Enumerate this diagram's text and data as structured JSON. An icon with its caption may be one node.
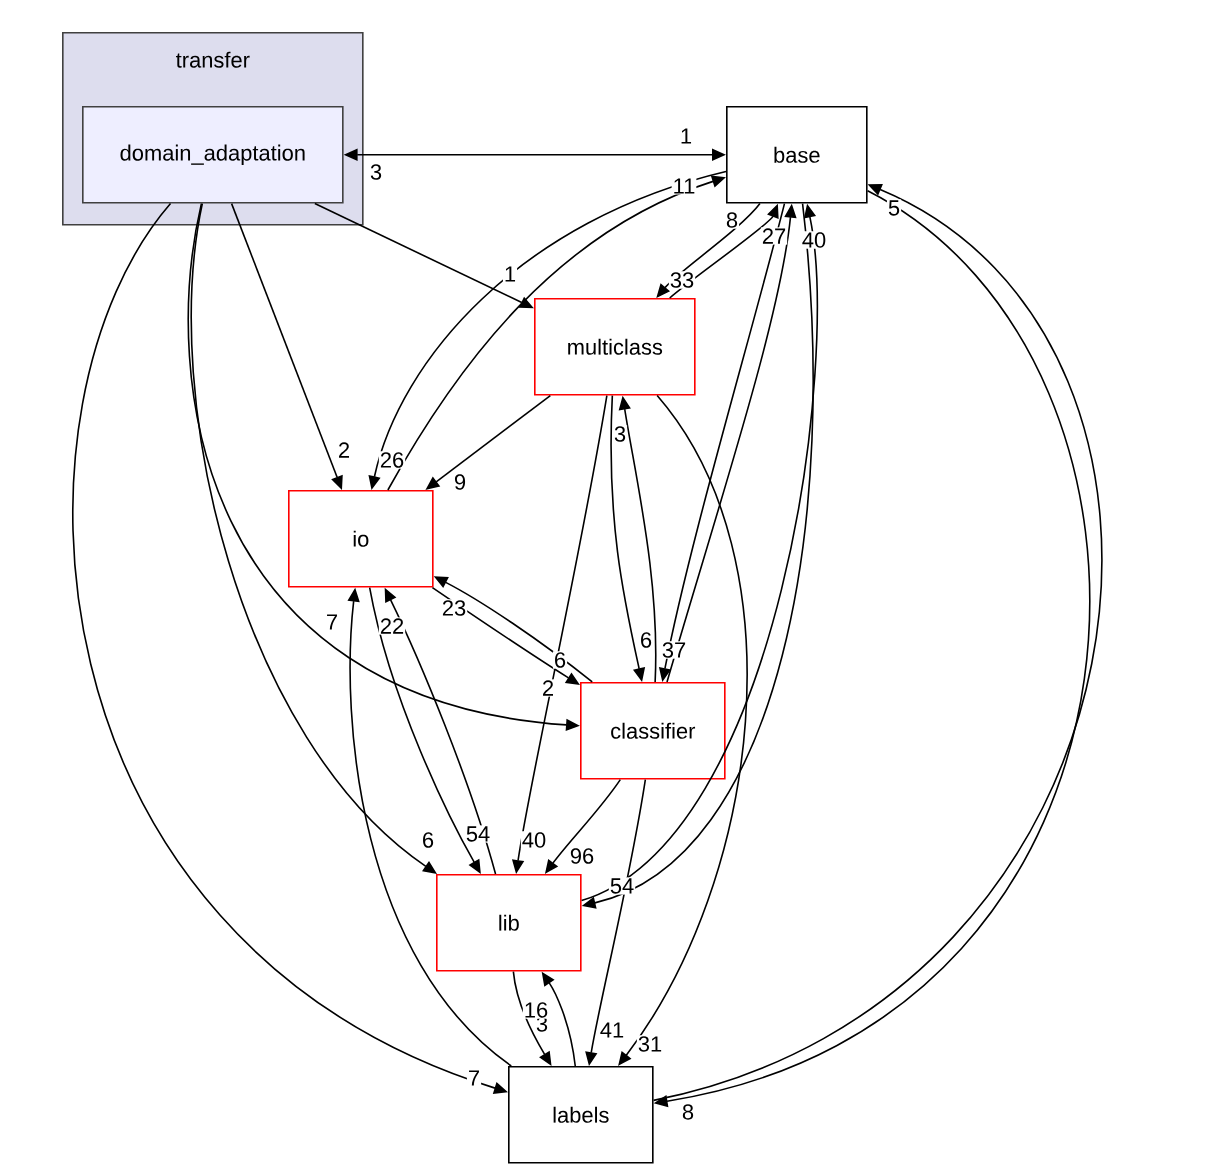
{
  "diagram": {
    "nodes": [
      {
        "text": [
          "transfer"
        ]
      },
      {
        "text": [
          "domain_adaptation"
        ],
        "in": 0
      },
      {
        "text": [
          "base"
        ]
      },
      {
        "text": [
          "multiclass"
        ]
      },
      {
        "text": [
          "io"
        ]
      },
      {
        "text": [
          "classifier"
        ]
      },
      {
        "text": [
          "lib"
        ]
      },
      {
        "text": [
          "labels"
        ]
      }
    ],
    "edges": [
      {
        "from": 1,
        "to": 2,
        "arrow": "both",
        "label": "1"
      },
      {
        "from": 1,
        "to": 3,
        "arrow": "to",
        "label": "1"
      },
      {
        "from": 1,
        "to": 4,
        "arrow": "to",
        "label": "2"
      },
      {
        "from": 1,
        "to": 5,
        "arrow": "to",
        "label": "2"
      },
      {
        "from": 1,
        "to": 6,
        "arrow": "to",
        "label": "6"
      },
      {
        "from": 1,
        "to": 7,
        "arrow": "to",
        "label": "7"
      },
      {
        "from": 2,
        "to": 4,
        "arrow": "to",
        "label": "26"
      },
      {
        "from": 4,
        "to": 2,
        "arrow": "to",
        "label": "11"
      },
      {
        "from": 2,
        "to": 3,
        "arrow": "to",
        "label": "33"
      },
      {
        "from": 3,
        "to": 2,
        "arrow": "to",
        "label": "8"
      },
      {
        "from": 5,
        "to": 2,
        "arrow": "to",
        "label": "27"
      },
      {
        "from": 2,
        "to": 5,
        "arrow": "to",
        "label": "37"
      },
      {
        "from": 6,
        "to": 2,
        "arrow": "to",
        "label": "40"
      },
      {
        "from": 2,
        "to": 6,
        "arrow": "to",
        "label": "54"
      },
      {
        "from": 2,
        "to": 7,
        "arrow": "to",
        "label": "8"
      },
      {
        "from": 7,
        "to": 2,
        "arrow": "to",
        "label": "5"
      },
      {
        "from": 3,
        "to": 4,
        "arrow": "to",
        "label": "9"
      },
      {
        "from": 3,
        "to": 6,
        "arrow": "to",
        "label": "40"
      },
      {
        "from": 3,
        "to": 7,
        "arrow": "to",
        "label": "31"
      },
      {
        "from": 3,
        "to": 5,
        "arrow": "to",
        "label": "6"
      },
      {
        "from": 5,
        "to": 3,
        "arrow": "to",
        "label": "3"
      },
      {
        "from": 4,
        "to": 5,
        "arrow": "to",
        "label": "6"
      },
      {
        "from": 5,
        "to": 4,
        "arrow": "to",
        "label": "23"
      },
      {
        "from": 4,
        "to": 6,
        "arrow": "to",
        "label": "54"
      },
      {
        "from": 6,
        "to": 4,
        "arrow": "to",
        "label": "22"
      },
      {
        "from": 7,
        "to": 4,
        "arrow": "to",
        "label": "7"
      },
      {
        "from": 5,
        "to": 6,
        "arrow": "to",
        "label": "96"
      },
      {
        "from": 5,
        "to": 7,
        "arrow": "to",
        "label": "41"
      },
      {
        "from": 6,
        "to": 7,
        "arrow": "to",
        "label": "3"
      },
      {
        "from": 7,
        "to": 6,
        "arrow": "to",
        "label": "16"
      }
    ],
    "labels": [
      "3"
    ]
  }
}
